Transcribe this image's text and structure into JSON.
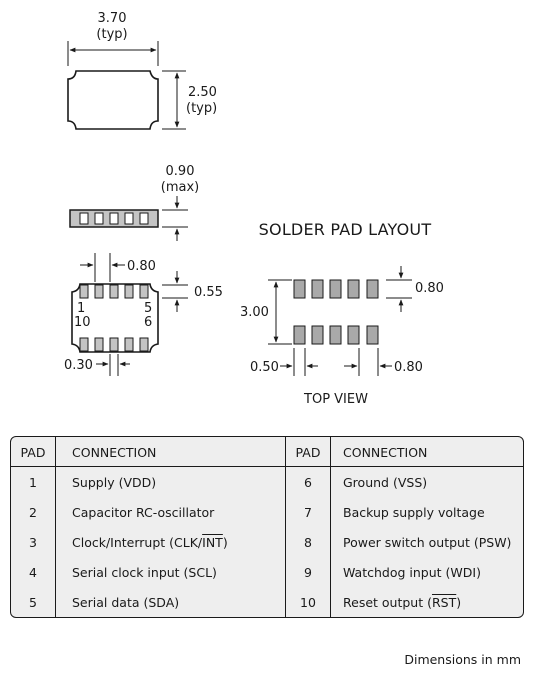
{
  "dimensions": {
    "top_width": "3.70",
    "top_width_note": "(typ)",
    "top_height": "2.50",
    "top_height_note": "(typ)",
    "side_thickness": "0.90",
    "side_thickness_note": "(max)",
    "pin_pitch": "0.80",
    "pad_height": "0.55",
    "pad_width": "0.30",
    "pin_label_1": "1",
    "pin_label_5": "5",
    "pin_label_6": "6",
    "pin_label_10": "10"
  },
  "solder_layout": {
    "title": "SOLDER PAD LAYOUT",
    "pad_row_height": "0.80",
    "row_span": "3.00",
    "pad_width": "0.50",
    "pad_pitch": "0.80",
    "view_label": "TOP VIEW"
  },
  "table": {
    "headers": {
      "pad": "PAD",
      "connection": "CONNECTION"
    },
    "rows": [
      {
        "left_pad": "1",
        "left_pre": "Supply (VDD)",
        "left_ov": "",
        "left_post": "",
        "right_pad": "6",
        "right_pre": "Ground (VSS)",
        "right_ov": "",
        "right_post": ""
      },
      {
        "left_pad": "2",
        "left_pre": "Capacitor RC-oscillator",
        "left_ov": "",
        "left_post": "",
        "right_pad": "7",
        "right_pre": "Backup supply voltage",
        "right_ov": "",
        "right_post": ""
      },
      {
        "left_pad": "3",
        "left_pre": "Clock/Interrupt (CLK/",
        "left_ov": "INT",
        "left_post": ")",
        "right_pad": "8",
        "right_pre": "Power switch output (PSW)",
        "right_ov": "",
        "right_post": ""
      },
      {
        "left_pad": "4",
        "left_pre": "Serial clock input (SCL)",
        "left_ov": "",
        "left_post": "",
        "right_pad": "9",
        "right_pre": "Watchdog input (WDI)",
        "right_ov": "",
        "right_post": ""
      },
      {
        "left_pad": "5",
        "left_pre": "Serial data (SDA)",
        "left_ov": "",
        "left_post": "",
        "right_pad": "10",
        "right_pre": "Reset output (",
        "right_ov": "RST",
        "right_post": ")"
      }
    ]
  },
  "footer": {
    "units_note": "Dimensions in mm"
  }
}
